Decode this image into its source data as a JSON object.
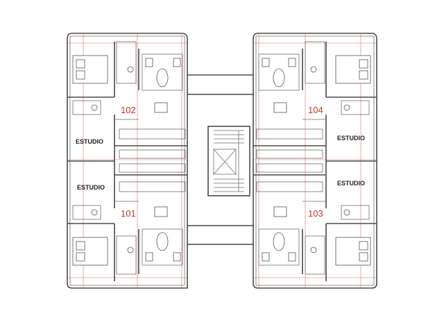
{
  "plan": {
    "units": [
      {
        "id": "u102",
        "label": "102"
      },
      {
        "id": "u104",
        "label": "104"
      },
      {
        "id": "u101",
        "label": "101"
      },
      {
        "id": "u103",
        "label": "103"
      }
    ],
    "rooms": [
      {
        "id": "studio-102",
        "label": "ESTUDIO"
      },
      {
        "id": "studio-104",
        "label": "ESTUDIO"
      },
      {
        "id": "studio-101",
        "label": "ESTUDIO"
      },
      {
        "id": "studio-103",
        "label": "ESTUDIO"
      }
    ]
  }
}
